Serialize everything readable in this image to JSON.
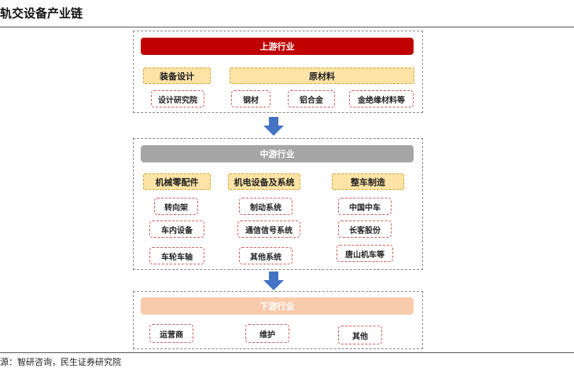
{
  "title": "轨交设备产业链",
  "source": "源：智研咨询，民生证券研究院",
  "colors": {
    "upstream": "#c00000",
    "midstream": "#a6a6a6",
    "downstream": "#f8cbad",
    "category": "#fde4a6",
    "arrow": "#4472c4"
  },
  "upstream": {
    "header": "上游行业",
    "cat_design": "装备设计",
    "cat_material": "原材料",
    "items": [
      "设计研究院",
      "钢材",
      "铝合金",
      "金绝缘材料等"
    ]
  },
  "midstream": {
    "header": "中游行业",
    "cat_parts": "机械零配件",
    "cat_electro": "机电设备及系统",
    "cat_vehicle": "整车制造",
    "parts": [
      "转向架",
      "车内设备",
      "车轮车轴"
    ],
    "electro": [
      "制动系统",
      "通信信号系统",
      "其他系统"
    ],
    "vehicle": [
      "中国中车",
      "长客股份",
      "唐山机车等"
    ]
  },
  "downstream": {
    "header": "下游行业",
    "items": [
      "运营商",
      "维护",
      "其他"
    ]
  }
}
